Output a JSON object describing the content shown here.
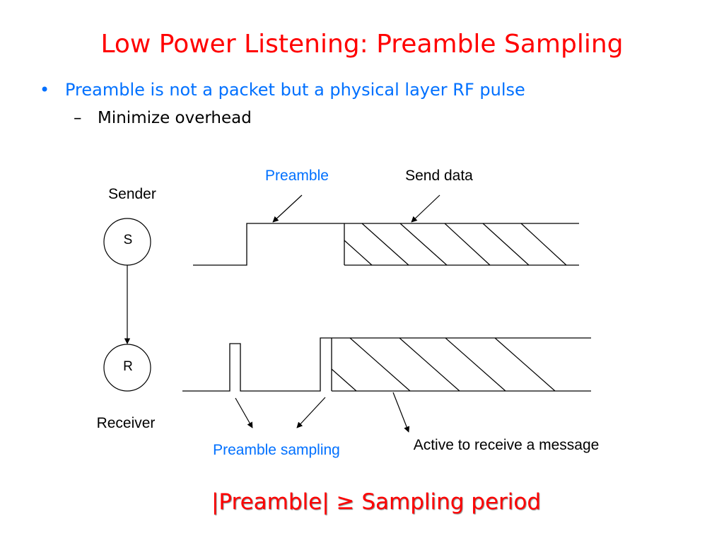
{
  "slide": {
    "title": "Low Power Listening: Preamble Sampling",
    "bullet": {
      "marker": "•",
      "text": "Preamble is not a packet but a physical layer RF pulse",
      "sub": {
        "marker": "–",
        "text": "Minimize overhead"
      }
    },
    "formula": "|Preamble| ≥ Sampling period"
  },
  "diagram": {
    "labels": {
      "preamble": "Preamble",
      "send_data": "Send data",
      "sender": "Sender",
      "sender_node": "S",
      "receiver_node": "R",
      "receiver": "Receiver",
      "preamble_sampling": "Preamble sampling",
      "active": "Active to receive a message"
    }
  },
  "colors": {
    "title": "#ff0000",
    "bullet": "#0070ff",
    "diagram_label_blue": "#0070ff",
    "diagram_line": "#000000"
  }
}
